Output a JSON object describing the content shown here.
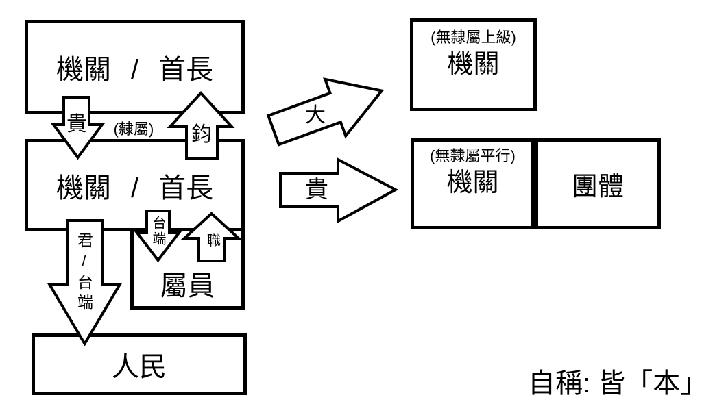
{
  "boxes": {
    "top_left": {
      "label": "機關 / 首長"
    },
    "mid_left": {
      "label": "機關 / 首長"
    },
    "subordinate": {
      "label": "屬員"
    },
    "people": {
      "label": "人民"
    },
    "top_right": {
      "note": "(無隸屬上級)",
      "label": "機關"
    },
    "mid_right_agency": {
      "note": "(無隸屬平行)",
      "label": "機關"
    },
    "mid_right_group": {
      "label": "團體"
    }
  },
  "arrow_labels": {
    "gui_down": "貴",
    "lishu_note": "(隸屬)",
    "jun_up": "鈞",
    "taiduan_down": "台端",
    "zhi_up": "職",
    "jun_taiduan_down": "君/台端",
    "da_diagonal": "大",
    "gui_right": "貴"
  },
  "footer": {
    "self_reference_note": "自稱: 皆「本」"
  },
  "colors": {
    "line": "#000000",
    "background": "#ffffff",
    "text": "#000000"
  }
}
